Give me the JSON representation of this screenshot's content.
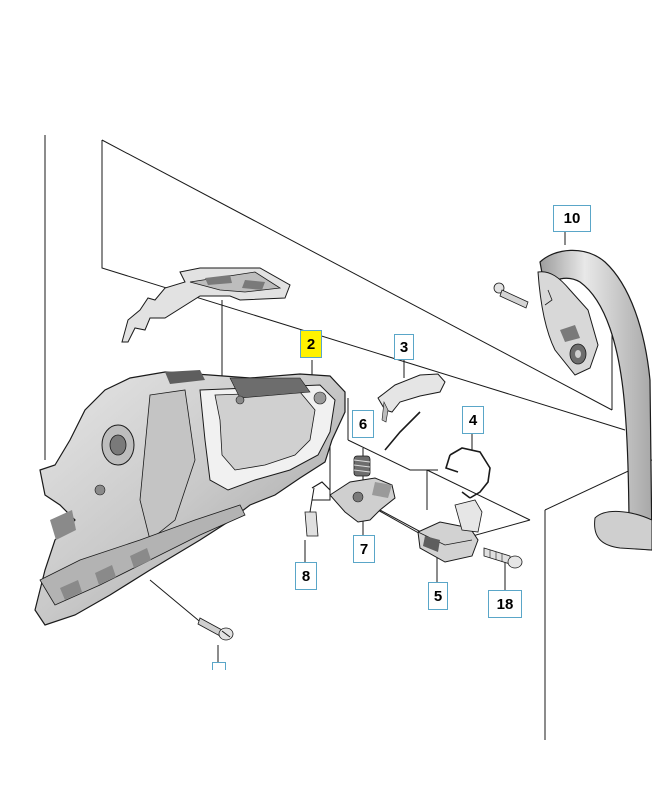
{
  "callouts": [
    {
      "id": "c2",
      "label": "2",
      "highlight": true
    },
    {
      "id": "c3",
      "label": "3",
      "highlight": false
    },
    {
      "id": "c4",
      "label": "4",
      "highlight": false
    },
    {
      "id": "c5",
      "label": "5",
      "highlight": false
    },
    {
      "id": "c6",
      "label": "6",
      "highlight": false
    },
    {
      "id": "c7",
      "label": "7",
      "highlight": false
    },
    {
      "id": "c8",
      "label": "8",
      "highlight": false
    },
    {
      "id": "c10",
      "label": "10",
      "highlight": false
    },
    {
      "id": "c18",
      "label": "18",
      "highlight": false
    }
  ],
  "colors": {
    "line": "#1a1a1a",
    "callout_border": "#5aa6c8",
    "highlight": "#fff200",
    "part_fill": "#d9d9d9",
    "part_dark": "#6d6d6d"
  }
}
